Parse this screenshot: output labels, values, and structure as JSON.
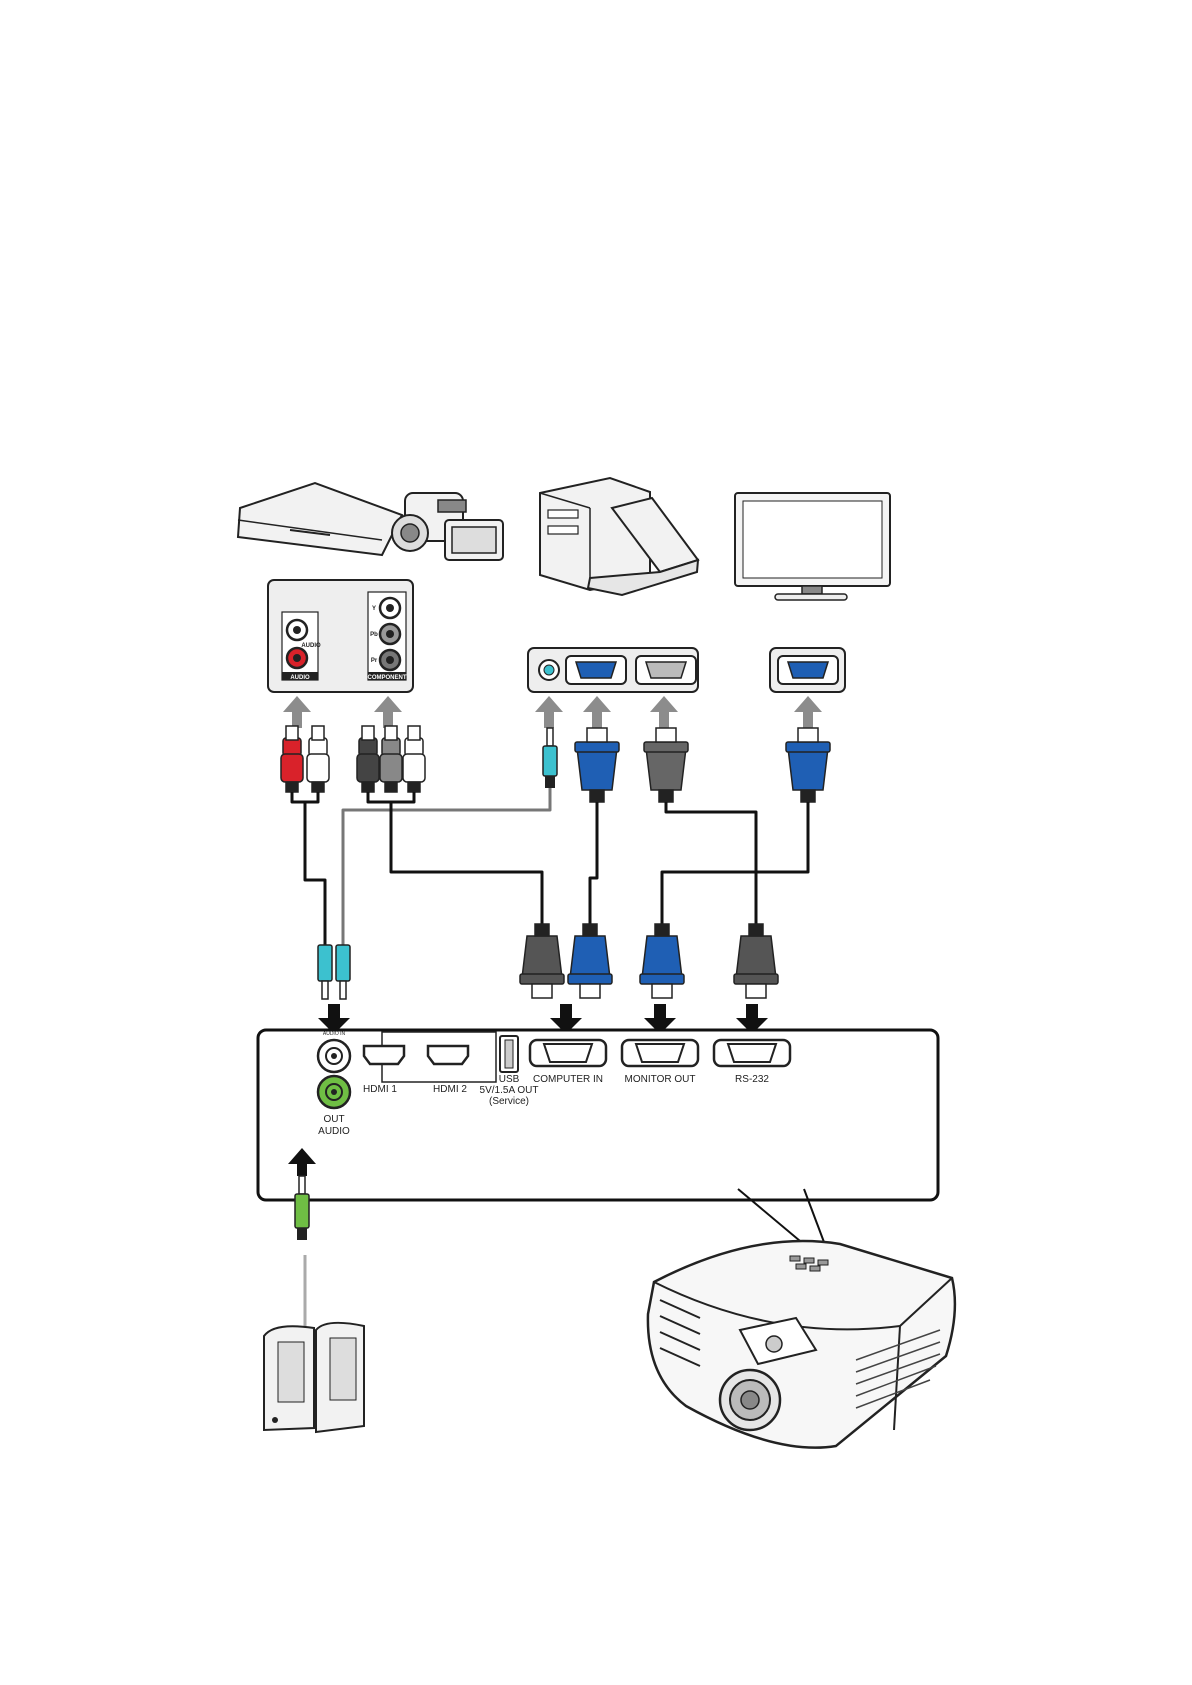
{
  "source_panel": {
    "av": {
      "audio_jack_label": "AUDIO",
      "audio_group_label": "AUDIO",
      "component_pins": [
        "Y",
        "Pb",
        "Pr"
      ],
      "component_group_label": "COMPONENT"
    }
  },
  "projector_panel": {
    "audio_in_label": "AUDIO IN",
    "hdmi1_label": "HDMI 1",
    "hdmi2_label": "HDMI 2",
    "usb_label_line1": "USB",
    "usb_label_line2": "5V/1.5A OUT",
    "usb_label_line3": "(Service)",
    "computer_in_label": "COMPUTER IN",
    "monitor_out_label": "MONITOR OUT",
    "rs232_label": "RS-232",
    "audio_out_line1": "OUT",
    "audio_out_line2": "AUDIO"
  },
  "colors": {
    "vga_blue": "#1f5fb4",
    "rca_red": "#d9222a",
    "audio_cyan": "#3cc1cf",
    "audio_green": "#6fbe44",
    "connector_gray": "#555555",
    "panel_gray": "#eeeeee",
    "arrow_gray": "#8c8c8c"
  },
  "icons": [
    "dvd-player-icon",
    "camcorder-icon",
    "desktop-computer-icon",
    "laptop-icon",
    "monitor-icon",
    "speakers-icon",
    "projector-icon"
  ]
}
